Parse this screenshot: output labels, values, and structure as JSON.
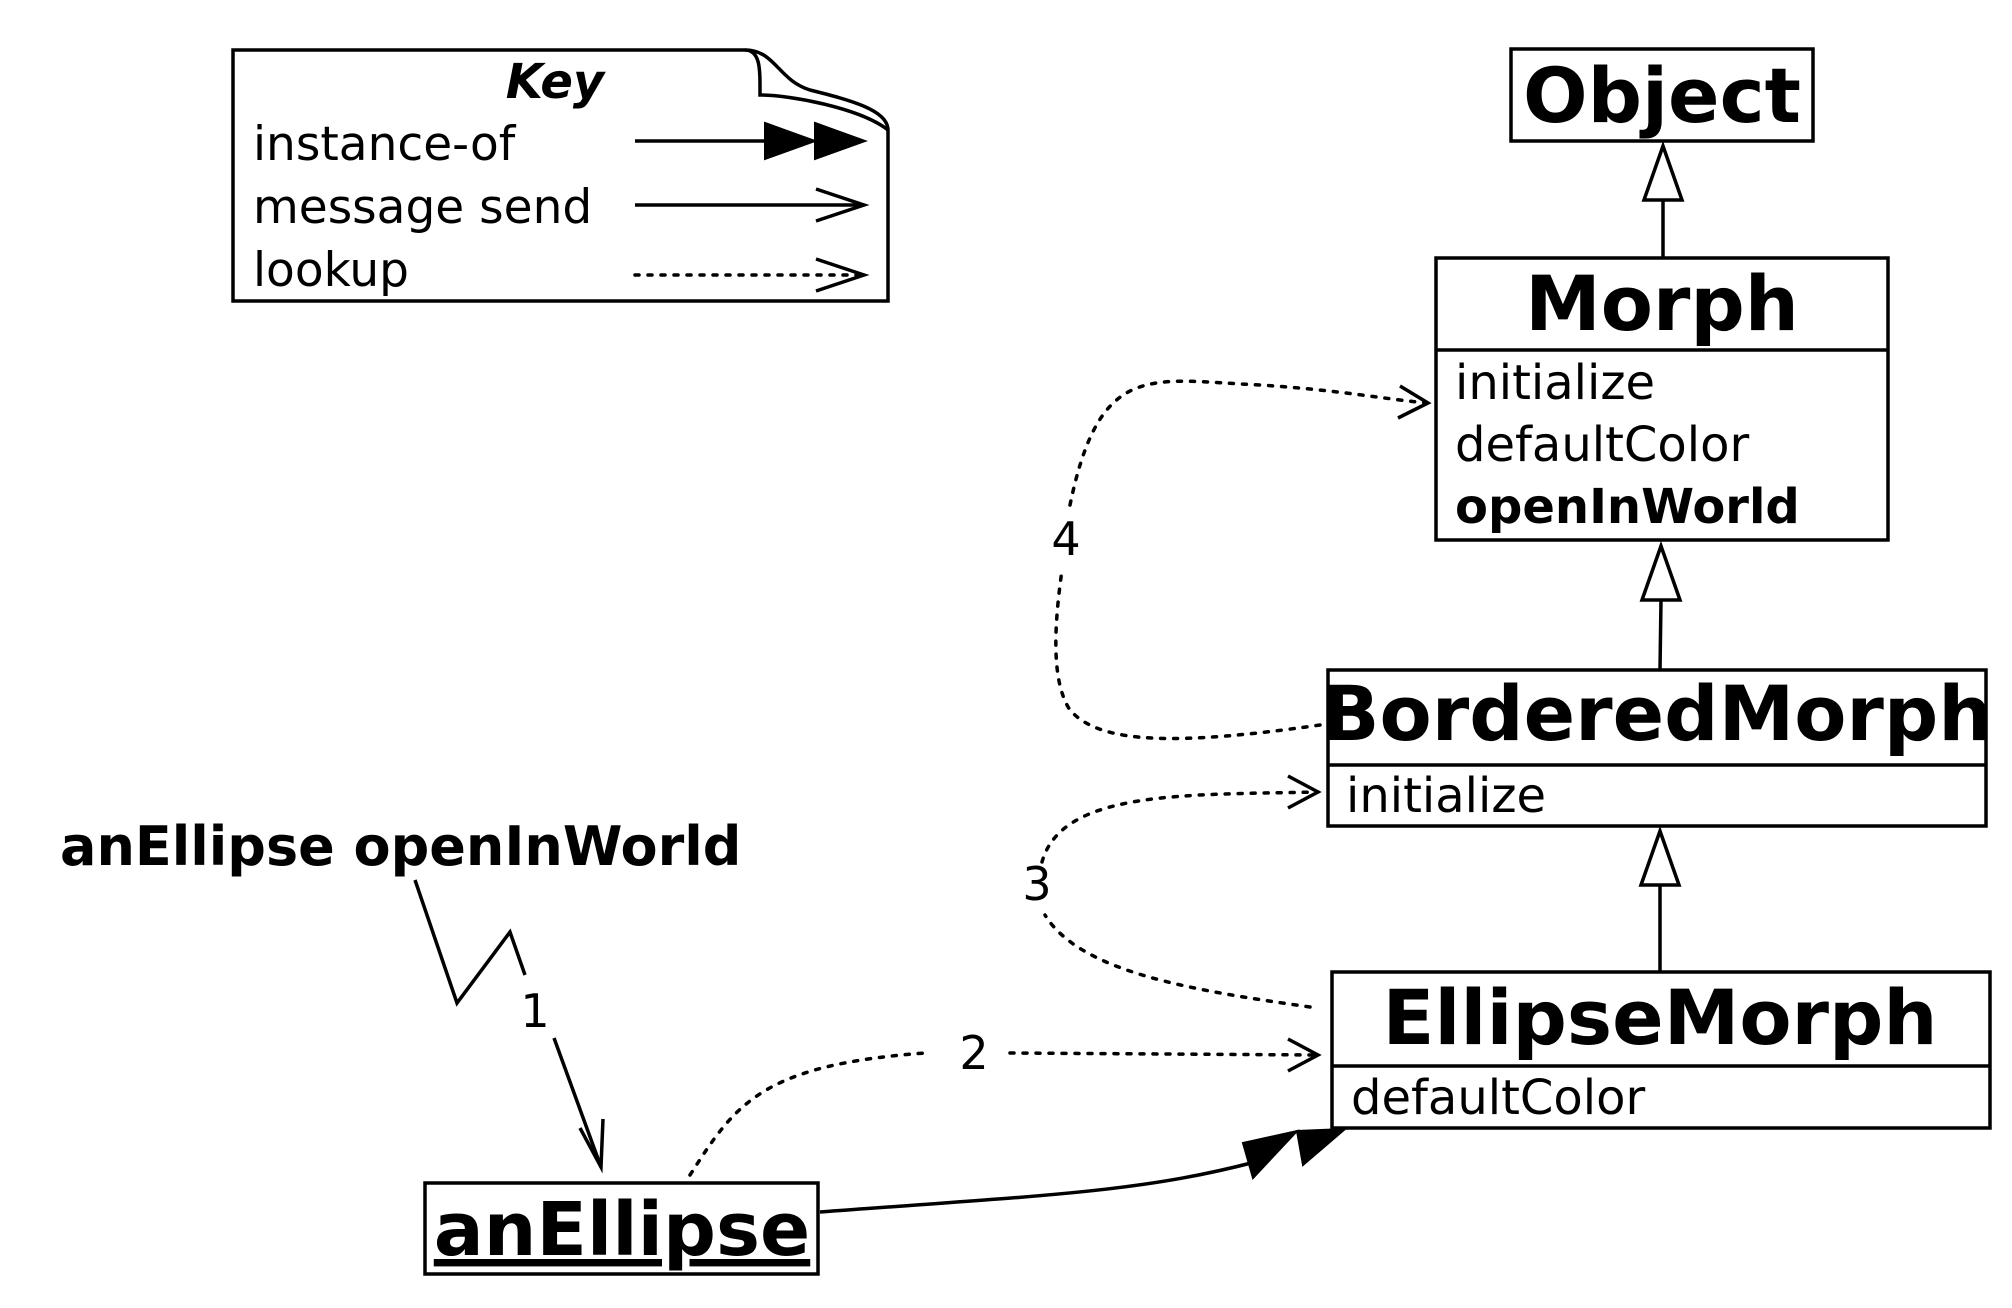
{
  "key": {
    "title": "Key",
    "instance_of": "instance-of",
    "message_send": "message send",
    "lookup": "lookup"
  },
  "classes": {
    "object": {
      "name": "Object"
    },
    "morph": {
      "name": "Morph",
      "methods": [
        "initialize",
        "defaultColor",
        "openInWorld"
      ]
    },
    "bordered_morph": {
      "name": "BorderedMorph",
      "methods": [
        "initialize"
      ]
    },
    "ellipse_morph": {
      "name": "EllipseMorph",
      "methods": [
        "defaultColor"
      ]
    }
  },
  "instance": {
    "name": "anEllipse"
  },
  "message": {
    "text": "anEllipse openInWorld"
  },
  "steps": [
    "1",
    "2",
    "3",
    "4"
  ]
}
